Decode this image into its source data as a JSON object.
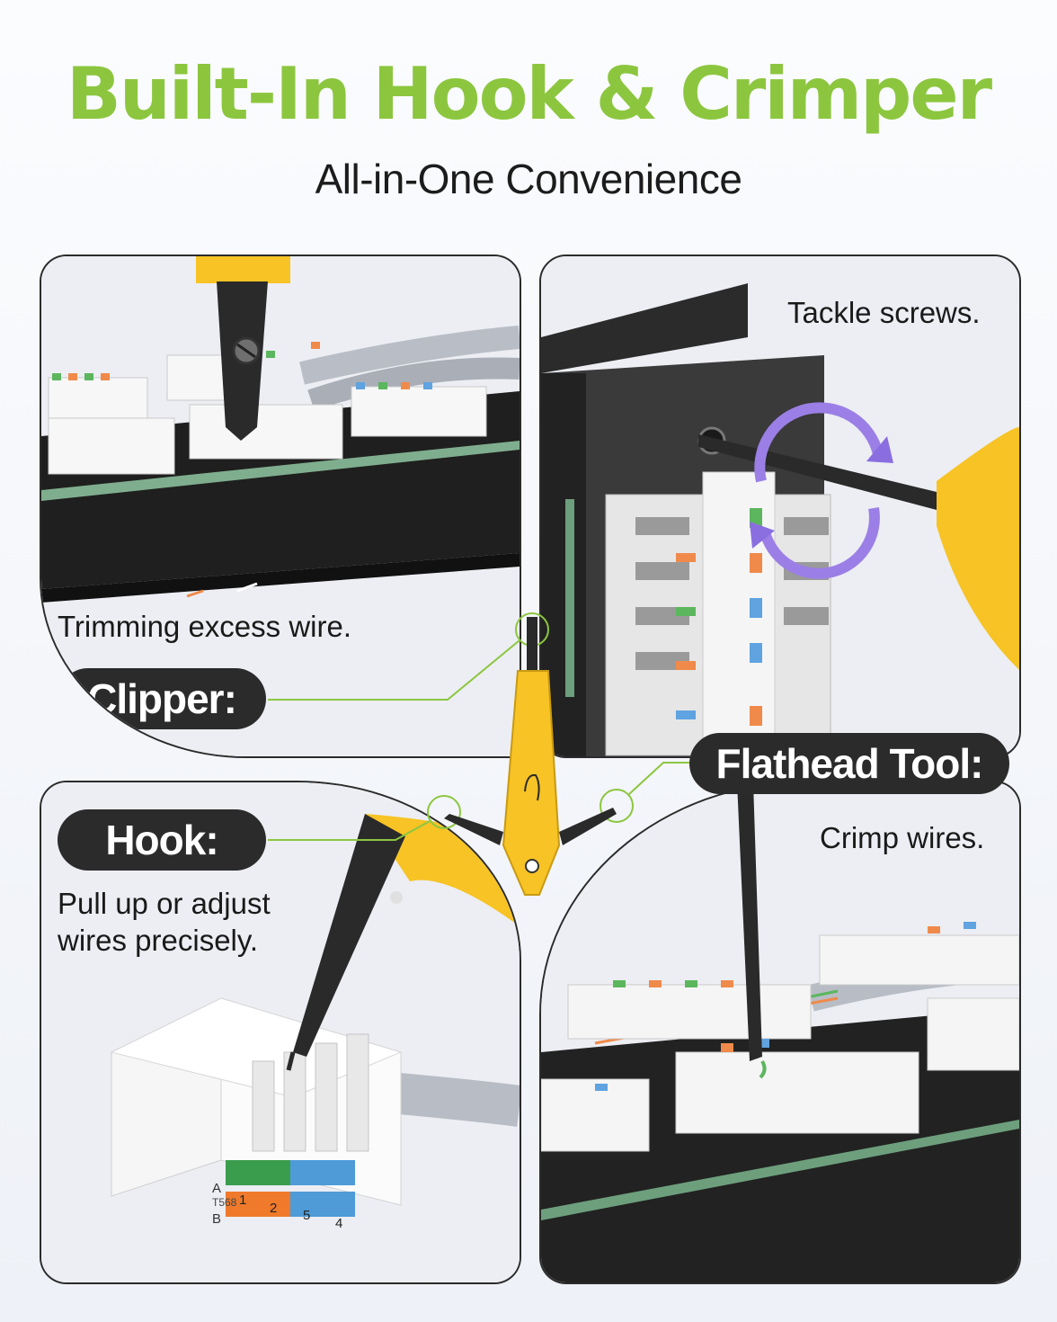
{
  "header": {
    "title": "Built-In Hook & Crimper",
    "subtitle": "All-in-One Convenience"
  },
  "panels": {
    "clipper": {
      "label": "Clipper:",
      "caption": "Trimming excess wire."
    },
    "flathead": {
      "label": "Flathead Tool:",
      "caption_top": "Tackle screws.",
      "caption_bottom": "Crimp wires."
    },
    "hook": {
      "label": "Hook:",
      "caption_line1": "Pull up or adjust",
      "caption_line2": "wires precisely."
    }
  },
  "keystone_labels": {
    "row_a": "A",
    "row_b": "B",
    "standard": "T568",
    "pins": [
      "1",
      "2",
      "5",
      "4"
    ]
  },
  "colors": {
    "accent_green": "#8cc63f",
    "tool_yellow": "#f7c325",
    "pill_dark": "#2b2b2b",
    "callout_line": "#8cc63f"
  },
  "icons": {
    "rotation": "circular-arrows-icon",
    "tool": "punch-down-tool-icon"
  }
}
